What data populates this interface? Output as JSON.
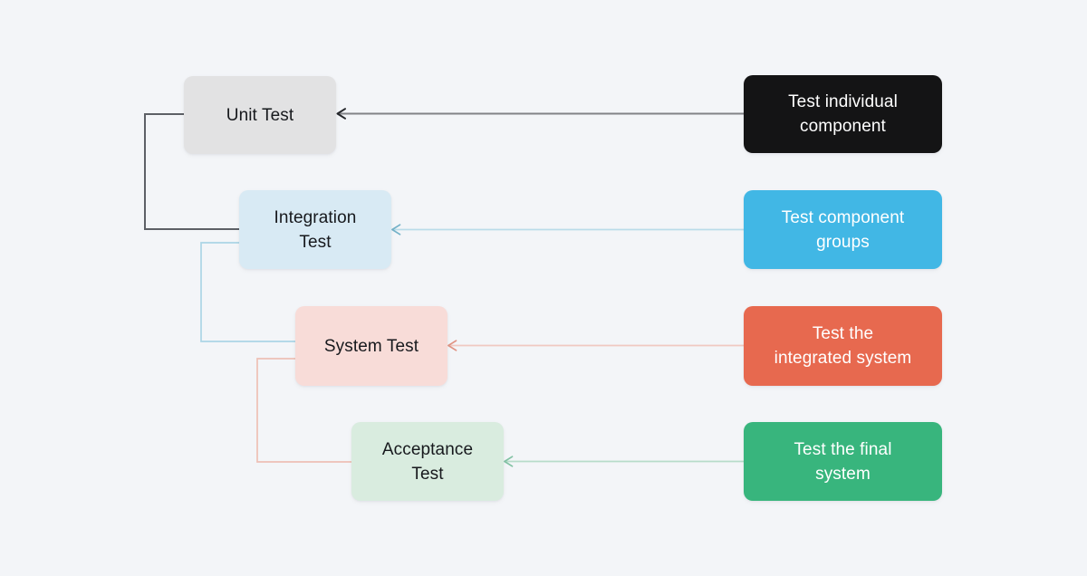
{
  "canvas": {
    "background": "#f3f5f8"
  },
  "flowchart": {
    "stages": [
      {
        "key": "unit-test",
        "label": "Unit Test",
        "fill": "#e2e2e3",
        "text_color": "#17191d"
      },
      {
        "key": "integration-test",
        "label": [
          "Integration",
          "Test"
        ],
        "fill": "#d8eaf4",
        "text_color": "#17191d"
      },
      {
        "key": "system-test",
        "label": "System Test",
        "fill": "#f8dcd8",
        "text_color": "#17191d"
      },
      {
        "key": "acceptance-test",
        "label": [
          "Acceptance",
          "Test"
        ],
        "fill": "#d9ecdf",
        "text_color": "#17191d"
      }
    ],
    "descriptions": [
      {
        "key": "unit-test-description",
        "label": [
          "Test individual",
          "component"
        ],
        "fill": "#141415",
        "text_color": "#ffffff"
      },
      {
        "key": "integration-test-description",
        "label": [
          "Test component",
          "groups"
        ],
        "fill": "#41b7e5",
        "text_color": "#ffffff"
      },
      {
        "key": "system-test-description",
        "label": [
          "Test the",
          "integrated system"
        ],
        "fill": "#e7694f",
        "text_color": "#ffffff"
      },
      {
        "key": "acceptance-test-description",
        "label": [
          "Test the final",
          "system"
        ],
        "fill": "#38b57d",
        "text_color": "#ffffff"
      }
    ],
    "connectors": {
      "description_arrows": [
        {
          "from": "unit-test-description",
          "to": "unit-test",
          "color": "#828387",
          "arrow_color": "#26282c"
        },
        {
          "from": "integration-test-description",
          "to": "integration-test",
          "color": "#badce9",
          "arrow_color": "#74b2c8"
        },
        {
          "from": "system-test-description",
          "to": "system-test",
          "color": "#f0c9c1",
          "arrow_color": "#e09383"
        },
        {
          "from": "acceptance-test-description",
          "to": "acceptance-test",
          "color": "#b7dcca",
          "arrow_color": "#82c2a4"
        }
      ],
      "stage_links": [
        {
          "from": "unit-test",
          "to": "integration-test",
          "color": "#5d6066"
        },
        {
          "from": "integration-test",
          "to": "system-test",
          "color": "#abd5e5"
        },
        {
          "from": "system-test",
          "to": "acceptance-test",
          "color": "#eec0b5"
        }
      ]
    }
  }
}
